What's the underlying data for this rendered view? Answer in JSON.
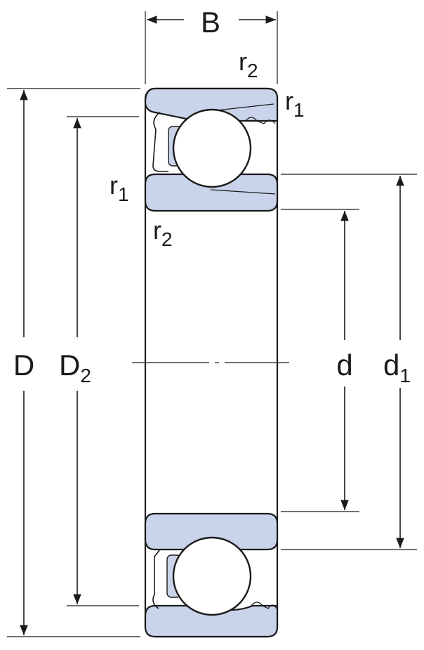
{
  "colors": {
    "ring_fill": "#c9d3ea",
    "line": "#1a1a1a",
    "background": "#ffffff"
  },
  "dimensions": {
    "width_label": "B",
    "outer_diameter": "D",
    "shoulder_outer": {
      "base": "D",
      "sub": "2"
    },
    "bore": "d",
    "shoulder_inner": {
      "base": "d",
      "sub": "1"
    },
    "chamfer_r1": {
      "base": "r",
      "sub": "1"
    },
    "chamfer_r2": {
      "base": "r",
      "sub": "2"
    }
  }
}
